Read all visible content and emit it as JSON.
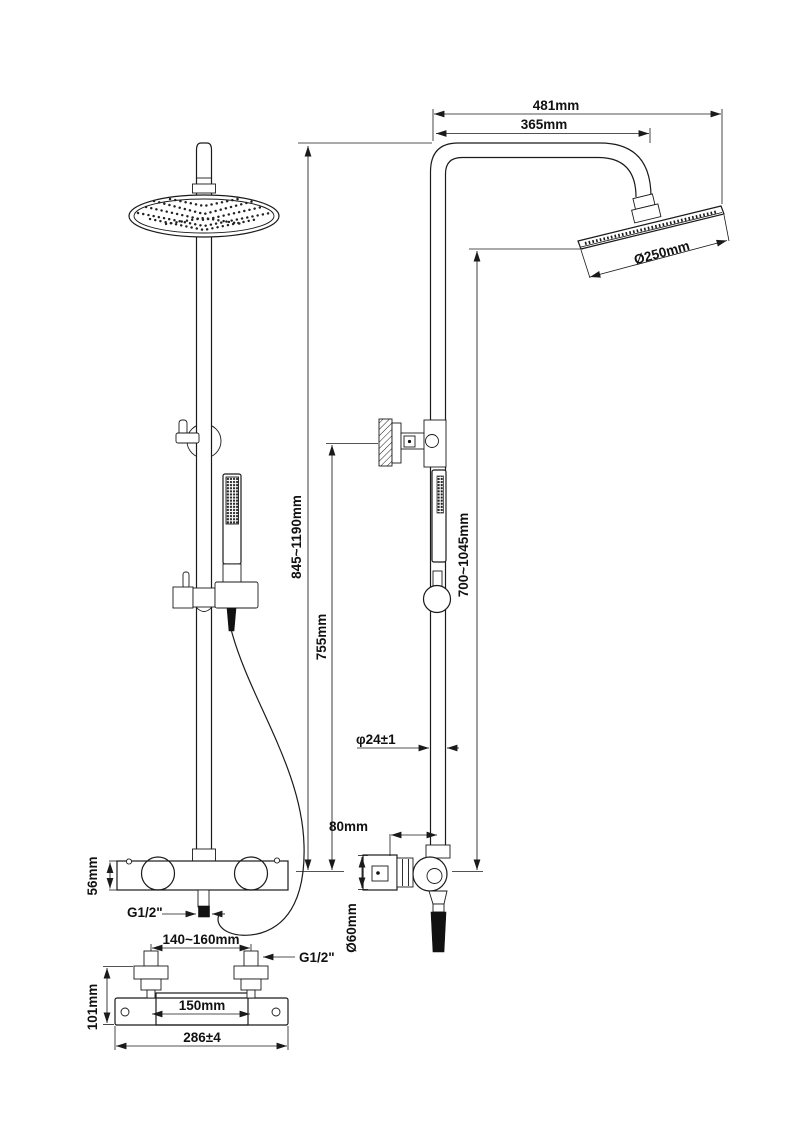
{
  "drawing": {
    "kind": "shower-column-technical-drawing",
    "line_color": "#1a1a1a",
    "background": "#ffffff"
  },
  "dimensions": {
    "arm_reach_total": "481mm",
    "arm_reach_to_bend": "365mm",
    "head_diameter": "Ø250mm",
    "overall_height_range": "845~1190mm",
    "fixed_column_height": "755mm",
    "riser_height_range": "700~1045mm",
    "column_diameter": "φ24±1",
    "valve_to_column_offset": "80mm",
    "valve_body_height": "56mm",
    "handle_escutcheon_diameter": "Ø60mm",
    "outlet_thread": "G1/2\"",
    "inlet_thread": "G1/2\"",
    "inlet_adjust_range": "140~160mm",
    "inlet_center_distance": "150mm",
    "valve_depth": "101mm",
    "wall_plate_width": "286±4"
  }
}
